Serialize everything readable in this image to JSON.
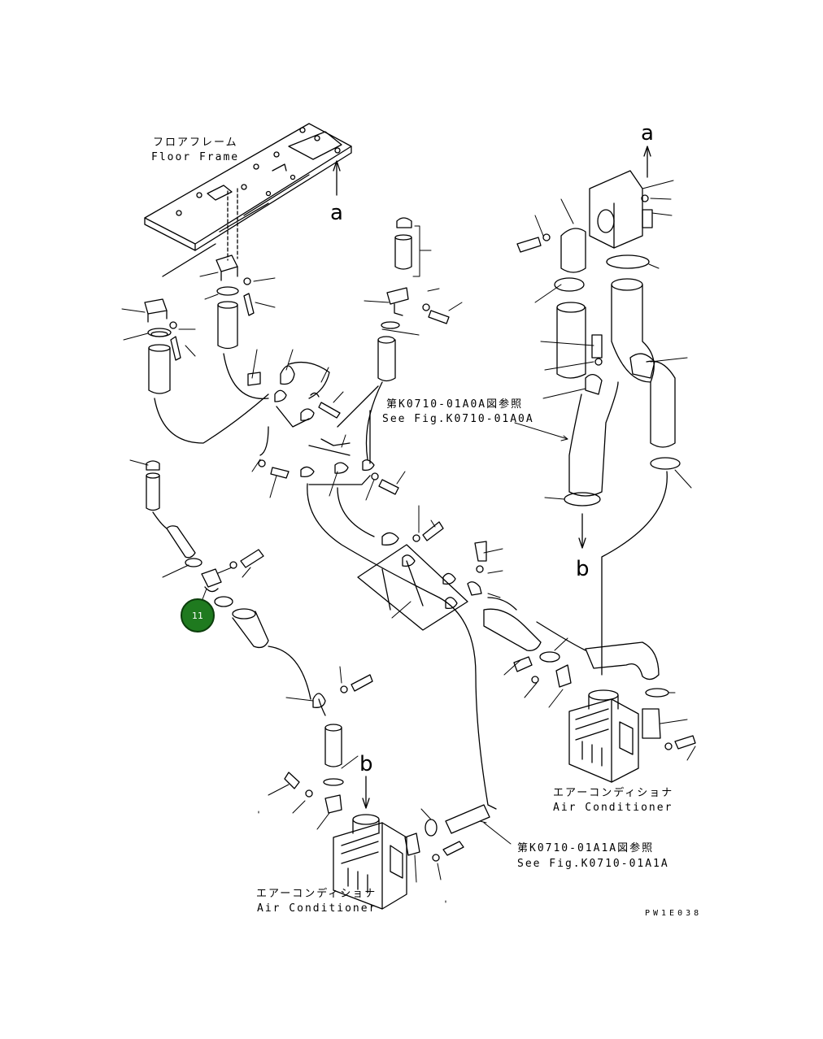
{
  "labels": {
    "floor_frame_jp": "フロアフレーム",
    "floor_frame_en": "Floor Frame",
    "see_fig_a_jp": "第K0710-01A0A図参照",
    "see_fig_a_en": "See Fig.K0710-01A0A",
    "see_fig_b_jp": "第K0710-01A1A図参照",
    "see_fig_b_en": "See Fig.K0710-01A1A",
    "air_cond_right_jp": "エアーコンディショナ",
    "air_cond_right_en": "Air Conditioner",
    "air_cond_left_jp": "エアーコンディショナ",
    "air_cond_left_en": "Air Conditioner",
    "ref_a_top": "a",
    "ref_a_right": "a",
    "ref_b_right": "b",
    "ref_b_bottom": "b",
    "drawing_code": "PW1E038"
  },
  "callout": {
    "number": "11",
    "color": "#1f7a1f"
  },
  "colors": {
    "line": "#000000",
    "background": "#ffffff"
  }
}
